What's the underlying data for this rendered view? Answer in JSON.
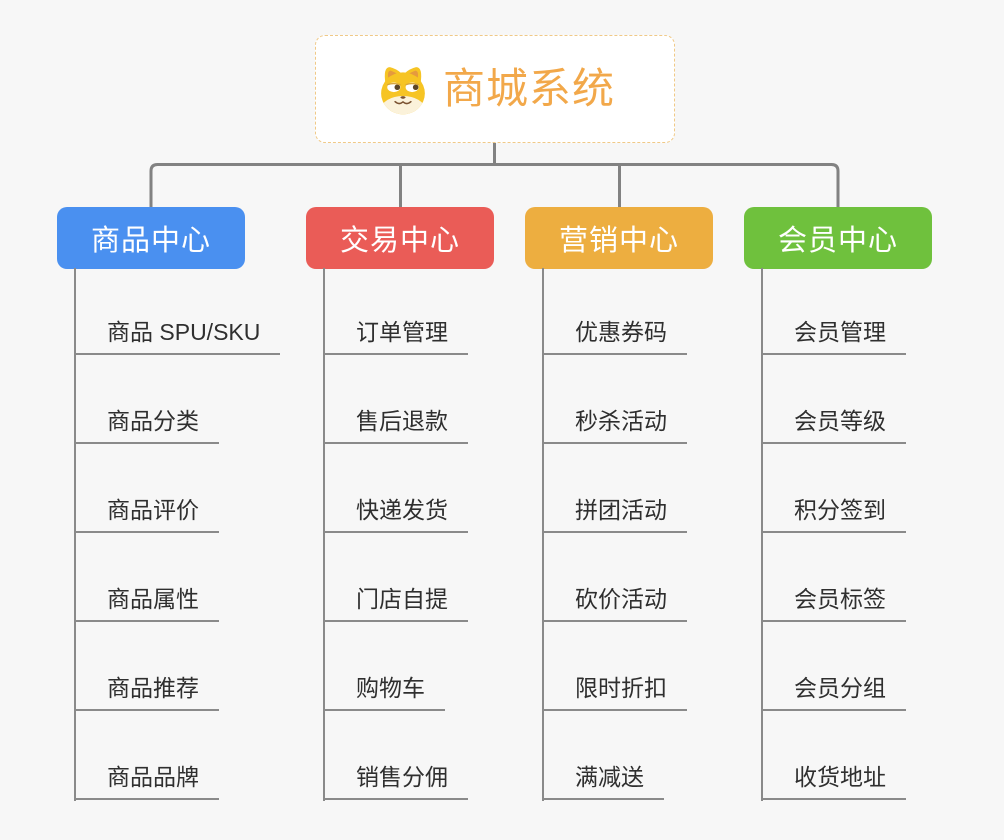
{
  "root": {
    "title": "商城系统",
    "icon": "dog-face-icon"
  },
  "colors": {
    "root_title": "#f2a84a",
    "root_border": "#f0c987",
    "connector": "#828282",
    "leaf_line": "#8a8a8a",
    "branch_product": "#4a90f0",
    "branch_trade": "#ea5c57",
    "branch_marketing": "#edae40",
    "branch_member": "#6fc13d"
  },
  "columns": [
    {
      "label": "商品中心",
      "color": "#4a90f0",
      "items": [
        "商品 SPU/SKU",
        "商品分类",
        "商品评价",
        "商品属性",
        "商品推荐",
        "商品品牌"
      ]
    },
    {
      "label": "交易中心",
      "color": "#ea5c57",
      "items": [
        "订单管理",
        "售后退款",
        "快递发货",
        "门店自提",
        "购物车",
        "销售分佣"
      ]
    },
    {
      "label": "营销中心",
      "color": "#edae40",
      "items": [
        "优惠券码",
        "秒杀活动",
        "拼团活动",
        "砍价活动",
        "限时折扣",
        "满减送"
      ]
    },
    {
      "label": "会员中心",
      "color": "#6fc13d",
      "items": [
        "会员管理",
        "会员等级",
        "积分签到",
        "会员标签",
        "会员分组",
        "收货地址"
      ]
    }
  ]
}
